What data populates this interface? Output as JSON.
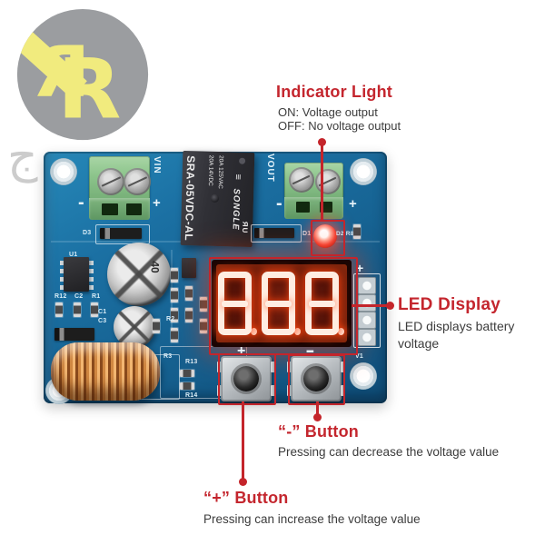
{
  "logo": {
    "letter": "R"
  },
  "watermark_glyph": "ج",
  "annotations": {
    "indicator_light": {
      "title": "Indicator Light",
      "line1": "ON: Voltage output",
      "line2": "OFF: No voltage output"
    },
    "led_display": {
      "title": "LED Display",
      "description": "LED displays battery voltage"
    },
    "minus_button": {
      "title": "“-” Button",
      "description": "Pressing can decrease the voltage value"
    },
    "plus_button": {
      "title": "“+” Button",
      "description": "Pressing can increase the voltage value"
    }
  },
  "board": {
    "display": {
      "value": "8.8.8."
    },
    "relay": {
      "model": "SRA-05VDC-AL",
      "rating_line1": "20A 14VDC",
      "rating_line2": "20A 125VAC",
      "brand_mark": "≡",
      "brand": "SONGLE",
      "ul_mark": "ЯU"
    },
    "terminals": {
      "vin_label": "VIN",
      "vout_label": "VOUT",
      "vin_minus": "-",
      "vin_plus": "+",
      "vout_minus": "-",
      "vout_plus": "+"
    },
    "buttons": {
      "plus_mark": "+",
      "minus_mark": "-"
    },
    "header_plus_mark": "+",
    "capacitor_marking": "40",
    "refs": {
      "u1": "U1",
      "d3": "D3",
      "d1": "D1",
      "d2_r8": "D2 R8",
      "c1": "C1",
      "c3": "C3",
      "r12": "R12",
      "c2": "C2",
      "r1": "R1",
      "r2": "R2",
      "r3": "R3",
      "r13": "R13",
      "r14": "R14",
      "v1": "V1"
    }
  },
  "colors": {
    "annotation_red": "#c4252b",
    "pcb_blue": "#1b70a3",
    "terminal_green": "#8cc48b",
    "led_red": "#f4473a",
    "display_glow": "#ff3c00",
    "logo_gray": "#9b9da0",
    "logo_yellow": "#f1eb7e"
  }
}
